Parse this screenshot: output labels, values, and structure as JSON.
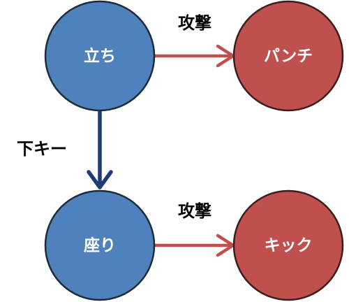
{
  "nodes": {
    "stand": {
      "label": "立ち",
      "color": "#4f81bd",
      "stroke": "#1e2b3a"
    },
    "punch": {
      "label": "パンチ",
      "color": "#c0504d",
      "stroke": "#3a1e1e"
    },
    "sit": {
      "label": "座り",
      "color": "#4f81bd",
      "stroke": "#1e2b3a"
    },
    "kick": {
      "label": "キック",
      "color": "#c0504d",
      "stroke": "#3a1e1e"
    }
  },
  "edges": {
    "stand_to_punch": {
      "label": "攻撃",
      "color": "#c0504d"
    },
    "stand_to_sit": {
      "label": "下キー",
      "color": "#1f3c78"
    },
    "sit_to_kick": {
      "label": "攻撃",
      "color": "#c0504d"
    }
  }
}
